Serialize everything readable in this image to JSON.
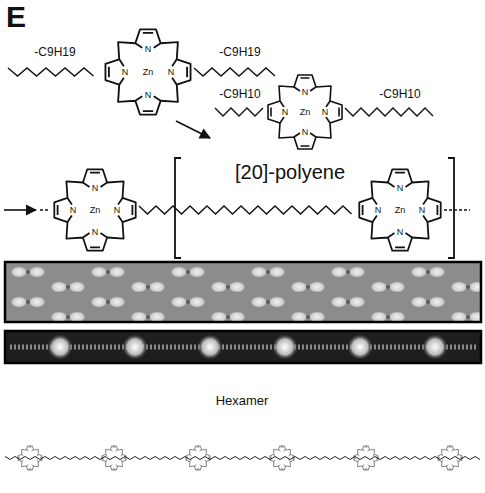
{
  "diagram": {
    "labels": [
      "E",
      "-C9H19",
      "-C9H19",
      "N",
      "N",
      "Zn",
      "N",
      "N",
      "-C9H10",
      "-C9H10",
      "N",
      "N",
      "Zn",
      "N",
      "N",
      "[20]-polyene",
      "N",
      "N",
      "Zn",
      "N",
      "N",
      "N",
      "N",
      "Zn",
      "N",
      "N",
      "Hexamer"
    ]
  }
}
